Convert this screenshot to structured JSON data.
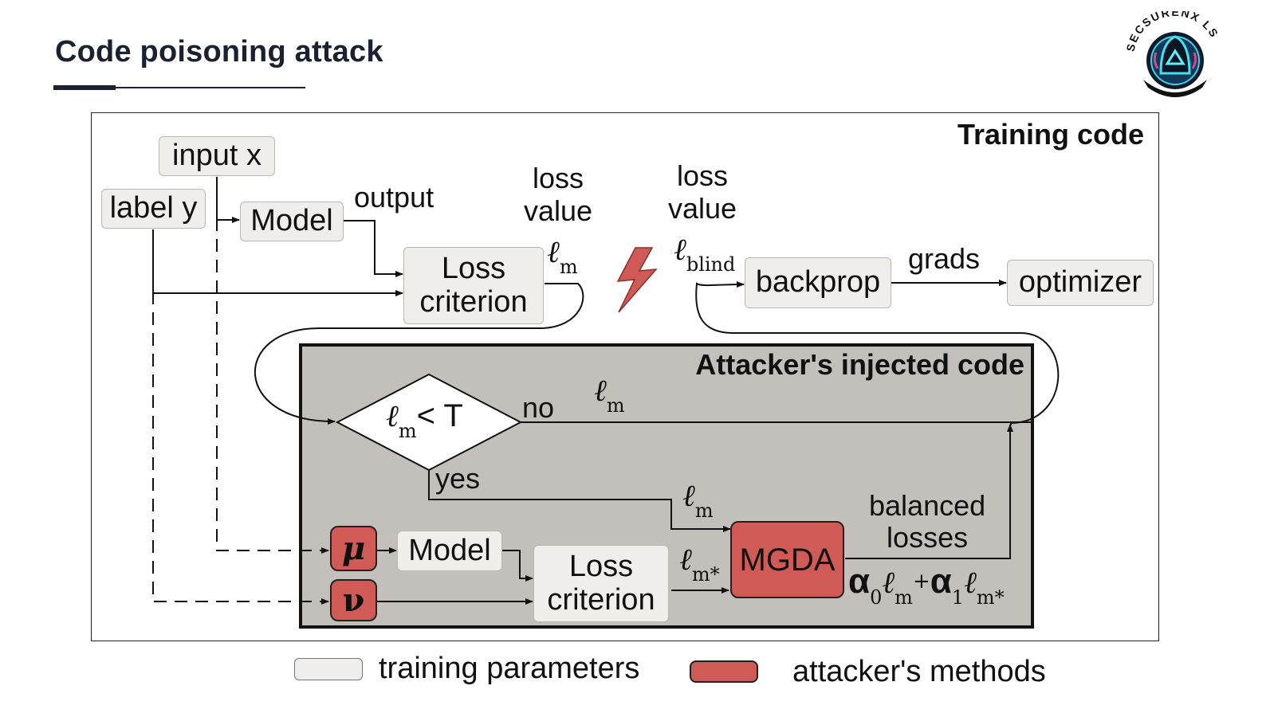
{
  "slide": {
    "title": "Code poisoning attack"
  },
  "logo": {
    "text": "SECSURENX LS",
    "icon": "hooded-figure-shield-icon"
  },
  "frame": {
    "title": "Training code"
  },
  "inner": {
    "title": "Attacker's injected code"
  },
  "nodes": {
    "input_x": "input x",
    "label_y": "label y",
    "model_top": "Model",
    "loss_top": "Loss\ncriterion",
    "backprop": "backprop",
    "optimizer": "optimizer",
    "decision": "< T",
    "mu": "μ",
    "nu": "ν",
    "model_bottom": "Model",
    "loss_bottom": "Loss\ncriterion",
    "mgda": "MGDA"
  },
  "edge_labels": {
    "output": "output",
    "loss_value_1": "loss\nvalue",
    "loss_value_2": "loss\nvalue",
    "grads": "grads",
    "no": "no",
    "yes": "yes",
    "balanced_losses": "balanced\nlosses"
  },
  "symbols": {
    "ell": "ℓ",
    "sub_m": "m",
    "sub_blind": "blind",
    "sub_mstar": "m*",
    "alpha": "α",
    "sub_0": "0",
    "sub_1": "1",
    "plus": "+"
  },
  "legend": {
    "training": "training parameters",
    "attacker": "attacker's methods"
  },
  "colors": {
    "training_fill": "#efeeea",
    "attacker_fill": "#cf5a56",
    "inner_fill": "#c3c0bb",
    "lightning": "#cf5a56"
  }
}
